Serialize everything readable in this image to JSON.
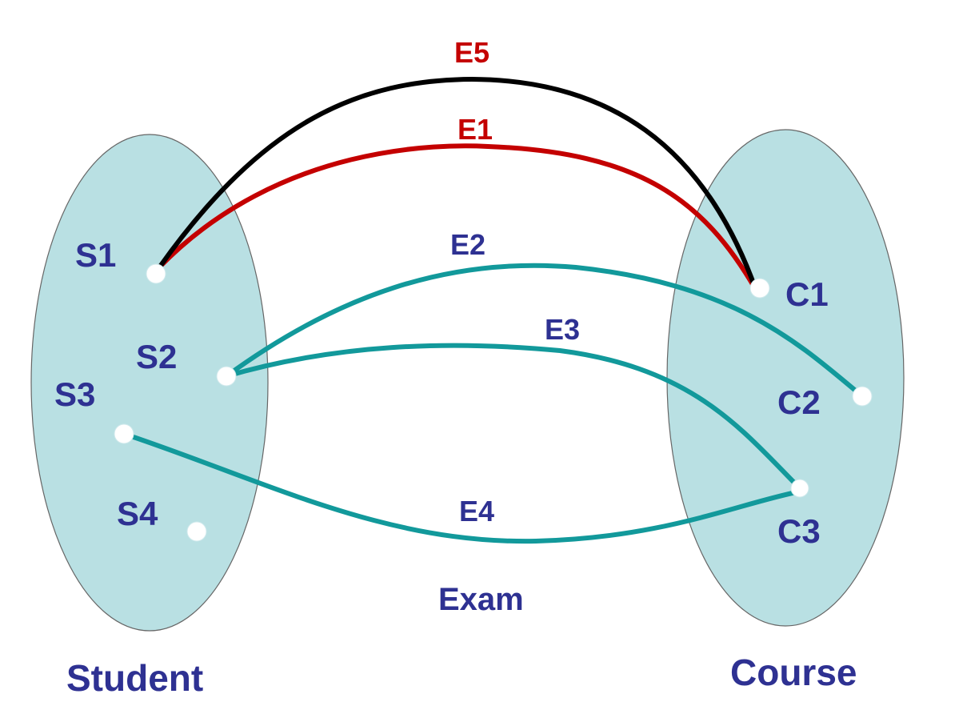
{
  "colors": {
    "set_fill": "#b9e0e3",
    "text": "#2e3192",
    "edge_teal": "#12999b",
    "edge_red": "#c40000",
    "edge_black": "#000000",
    "label_red": "#c40000"
  },
  "sets": {
    "student": {
      "label": "Student"
    },
    "course": {
      "label": "Course"
    }
  },
  "relationship": {
    "label": "Exam"
  },
  "nodes": {
    "s1": "S1",
    "s2": "S2",
    "s3": "S3",
    "s4": "S4",
    "c1": "C1",
    "c2": "C2",
    "c3": "C3"
  },
  "edges": [
    {
      "id": "e1",
      "label": "E1",
      "from": "S1",
      "to": "C1",
      "color": "red"
    },
    {
      "id": "e2",
      "label": "E2",
      "from": "S2",
      "to": "C2",
      "color": "teal"
    },
    {
      "id": "e3",
      "label": "E3",
      "from": "S2",
      "to": "C3",
      "color": "teal"
    },
    {
      "id": "e4",
      "label": "E4",
      "from": "S3",
      "to": "C3",
      "color": "teal"
    },
    {
      "id": "e5",
      "label": "E5",
      "from": "S1",
      "to": "C1",
      "color": "black"
    }
  ]
}
